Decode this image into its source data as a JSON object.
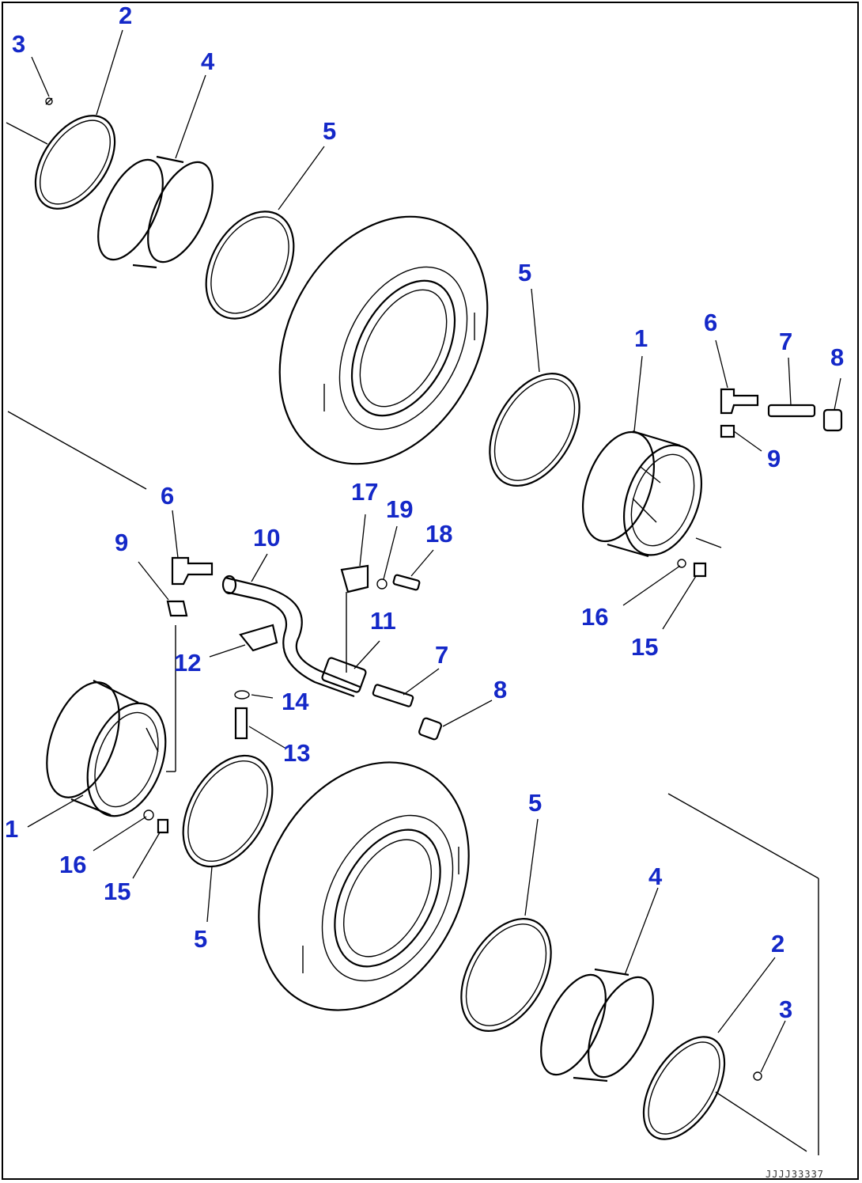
{
  "diagram": {
    "drawing_code": "JJJJ33337",
    "colors": {
      "callout": "#1428c8",
      "line": "#000000",
      "background": "#ffffff"
    },
    "callouts": [
      {
        "id": "c1",
        "text": "3"
      },
      {
        "id": "c2",
        "text": "2"
      },
      {
        "id": "c3",
        "text": "4"
      },
      {
        "id": "c4",
        "text": "5"
      },
      {
        "id": "c5",
        "text": "5"
      },
      {
        "id": "c6",
        "text": "1"
      },
      {
        "id": "c7",
        "text": "6"
      },
      {
        "id": "c8",
        "text": "7"
      },
      {
        "id": "c9",
        "text": "8"
      },
      {
        "id": "c10",
        "text": "9"
      },
      {
        "id": "c11",
        "text": "6"
      },
      {
        "id": "c12",
        "text": "9"
      },
      {
        "id": "c13",
        "text": "10"
      },
      {
        "id": "c14",
        "text": "17"
      },
      {
        "id": "c15",
        "text": "19"
      },
      {
        "id": "c16",
        "text": "18"
      },
      {
        "id": "c17",
        "text": "11"
      },
      {
        "id": "c18",
        "text": "16"
      },
      {
        "id": "c19",
        "text": "15"
      },
      {
        "id": "c20",
        "text": "12"
      },
      {
        "id": "c21",
        "text": "7"
      },
      {
        "id": "c22",
        "text": "14"
      },
      {
        "id": "c23",
        "text": "8"
      },
      {
        "id": "c24",
        "text": "13"
      },
      {
        "id": "c25",
        "text": "1"
      },
      {
        "id": "c26",
        "text": "16"
      },
      {
        "id": "c27",
        "text": "15"
      },
      {
        "id": "c28",
        "text": "5"
      },
      {
        "id": "c29",
        "text": "5"
      },
      {
        "id": "c30",
        "text": "4"
      },
      {
        "id": "c31",
        "text": "2"
      },
      {
        "id": "c32",
        "text": "3"
      }
    ]
  }
}
